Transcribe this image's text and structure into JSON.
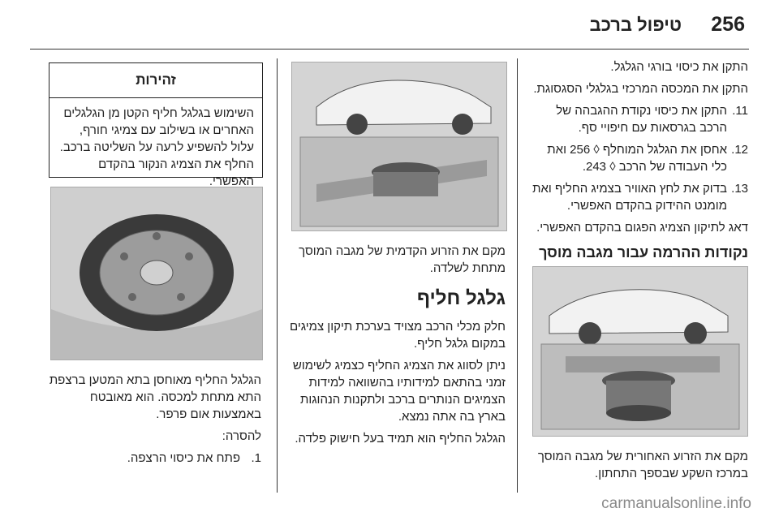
{
  "header": {
    "page_number": "256",
    "title": "טיפול ברכב"
  },
  "right_column": {
    "lines": [
      "התקן את כיסוי בורגי הגלגל.",
      "התקן את המכסה המרכזי בגלגלי הסגסוגת."
    ],
    "items": [
      {
        "num": "11.",
        "text": "התקן את כיסוי נקודת ההגבהה של הרכב בגרסאות עם חיפויי סף."
      },
      {
        "num": "12.",
        "text": "אחסן את הגלגל המוחלף ◊ 256 ואת כלי העבודה של הרכב ◊ 243."
      },
      {
        "num": "13.",
        "text": "בדוק את לחץ האוויר בצמיג החליף ואת מומנט ההידוק בהקדם האפשרי."
      }
    ],
    "note": "דאג לתיקון הצמיג הפגום בהקדם האפשרי.",
    "subheading": "נקודות ההרמה עבור מגבה מוסך",
    "caption": "מקם את הזרוע האחורית של מגבה המוסך במרכז השקע שבספך התחתון."
  },
  "middle_column": {
    "caption": "מקם את הזרוע הקדמית של מגבה המוסך מתחת לשלדה.",
    "heading": "גלגל חליף",
    "paragraphs": [
      "חלק מכלי הרכב מצויד בערכת תיקון צמיגים במקום גלגל חליף.",
      "ניתן לסווג את הצמיג החליף כצמיג לשימוש זמני בהתאם למידותיו בהשוואה למידות הצמיגים הנותרים ברכב ולתקנות הנהוגות בארץ בה אתה נמצא.",
      "הגלגל החליף הוא תמיד בעל חישוק פלדה."
    ]
  },
  "left_column": {
    "warning_title": "זהירות",
    "warning_text": "השימוש בגלגל חליף הקטן מן הגלגלים האחרים או בשילוב עם צמיגי חורף, עלול להשפיע לרעה על השליטה ברכב. החלף את הצמיג הנקור בהקדם האפשרי.",
    "paragraph": "הגלגל החליף מאוחסן בתא המטען ברצפת התא מתחת למכסה. הוא מאובטח באמצעות אום פרפר.",
    "removal_label": "להסרה:",
    "items": [
      {
        "num": "1.",
        "text": "פתח את כיסוי הרצפה."
      }
    ]
  },
  "watermark": "carmanualsonline.info"
}
